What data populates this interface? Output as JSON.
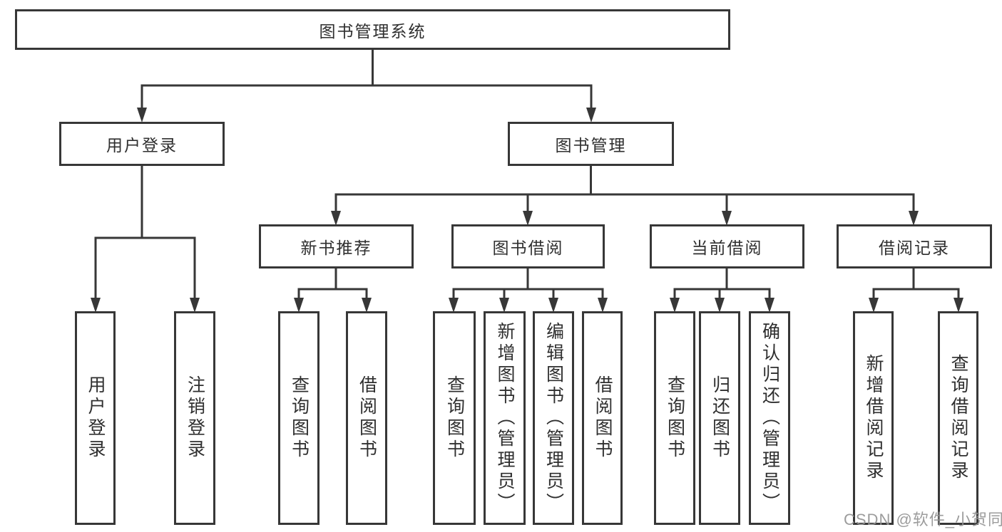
{
  "colors": {
    "line": "#373737",
    "text": "#2f2f2f",
    "box_background": "#ffffff",
    "page_background": "#ffffff",
    "watermark": "#949494"
  },
  "watermark": "CSDN @软件_小贺同学",
  "tree": {
    "root": "图书管理系统",
    "branches": [
      {
        "label": "用户登录",
        "children": [
          "用户登录",
          "注销登录"
        ]
      },
      {
        "label": "图书管理",
        "groups": [
          {
            "label": "新书推荐",
            "children": [
              "查询图书",
              "借阅图书"
            ]
          },
          {
            "label": "图书借阅",
            "children": [
              "查询图书",
              "新增图书（管理员）",
              "编辑图书（管理员）",
              "借阅图书"
            ]
          },
          {
            "label": "当前借阅",
            "children": [
              "查询图书",
              "归还图书",
              "确认归还（管理员）"
            ]
          },
          {
            "label": "借阅记录",
            "children": [
              "新增借阅记录",
              "查询借阅记录"
            ]
          }
        ]
      }
    ]
  }
}
